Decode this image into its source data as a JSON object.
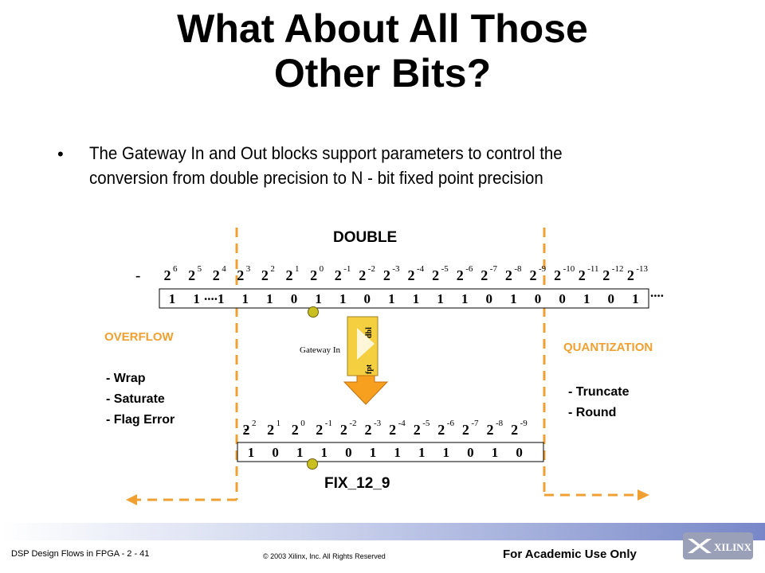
{
  "slide": {
    "title_line1": "What About All Those",
    "title_line2": "Other Bits?",
    "bullet_marker": "•",
    "bullet_line1": "The Gateway In and Out blocks support parameters to control the",
    "bullet_line2": "conversion from double precision to N - bit fixed point precision"
  },
  "double": {
    "label": "DOUBLE",
    "neg_sign": "-",
    "bases": [
      "2",
      "2",
      "2",
      "2",
      "2",
      "2",
      "2",
      "2",
      "2",
      "2",
      "2",
      "2",
      "2",
      "2",
      "2",
      "2",
      "2",
      "2",
      "2",
      "2"
    ],
    "exponents": [
      "6",
      "5",
      "4",
      "3",
      "2",
      "1",
      "0",
      "-1",
      "-2",
      "-3",
      "-4",
      "-5",
      "-6",
      "-7",
      "-8",
      "-9",
      "-10",
      "-11",
      "-12",
      "-13"
    ],
    "bits": [
      "1",
      "1",
      "1",
      "1",
      "1",
      "0",
      "1",
      "1",
      "0",
      "1",
      "1",
      "1",
      "1",
      "0",
      "1",
      "0",
      "0",
      "1",
      "0",
      "1"
    ],
    "ellipsis_left": "....",
    "ellipsis_right": "...."
  },
  "fix": {
    "label": "FIX_12_9",
    "neg_sign": "-",
    "bases": [
      "2",
      "2",
      "2",
      "2",
      "2",
      "2",
      "2",
      "2",
      "2",
      "2",
      "2",
      "2"
    ],
    "exponents": [
      "2",
      "1",
      "0",
      "-1",
      "-2",
      "-3",
      "-4",
      "-5",
      "-6",
      "-7",
      "-8",
      "-9"
    ],
    "bits": [
      "1",
      "0",
      "1",
      "1",
      "0",
      "1",
      "1",
      "1",
      "1",
      "0",
      "1",
      "0"
    ]
  },
  "gateway": {
    "label": "Gateway In",
    "in_text": "dbl",
    "out_text": "fpt"
  },
  "overflow": {
    "heading": "OVERFLOW",
    "options": [
      "- Wrap",
      "- Saturate",
      "- Flag Error"
    ]
  },
  "quantization": {
    "heading": "QUANTIZATION",
    "options": [
      "- Truncate",
      "- Round"
    ]
  },
  "footer": {
    "course": "DSP Design Flows in FPGA  -  2 - 41",
    "copyright": "© 2003 Xilinx, Inc. All Rights Reserved",
    "notice": "For Academic Use Only",
    "logo_text": "XILINX"
  },
  "colors": {
    "orange": "#f0a030",
    "arrow_orange": "#f7a020",
    "binary_point": "#c8c020",
    "gateway_block": "#f4d040"
  }
}
